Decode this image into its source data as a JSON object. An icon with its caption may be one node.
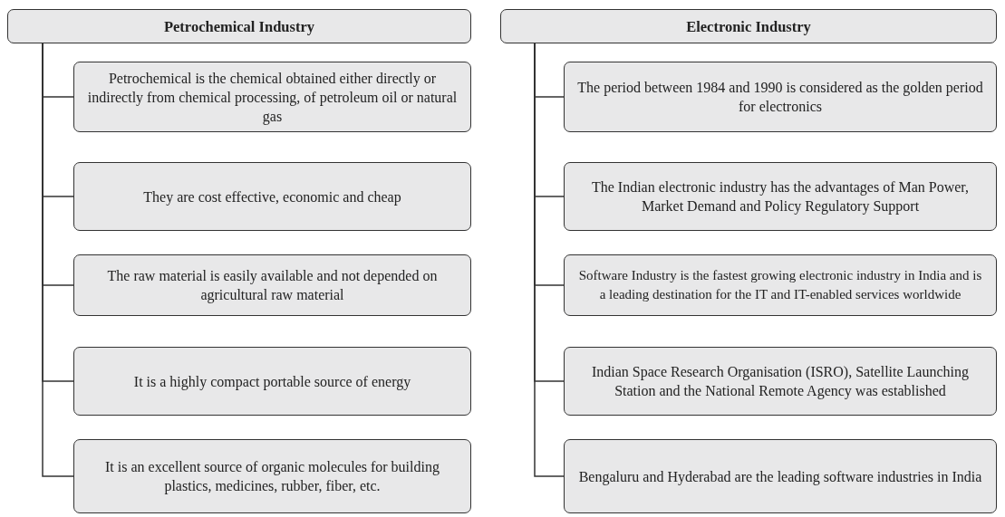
{
  "diagram": {
    "nodes": [
      {
        "text": [
          "Petrochemical Industry"
        ]
      },
      {
        "text": [
          "Petrochemical is the chemical obtained either directly or indirectly from chemical processing, of petroleum oil or natural gas"
        ]
      },
      {
        "text": [
          "They are cost effective, economic and cheap"
        ]
      },
      {
        "text": [
          "The raw material is easily available and not depended on agricultural raw material"
        ]
      },
      {
        "text": [
          "It is a highly compact portable source of energy"
        ]
      },
      {
        "text": [
          "It is an excellent source of organic molecules for building plastics, medicines, rubber, fiber, etc."
        ]
      },
      {
        "text": [
          "Electronic Industry"
        ]
      },
      {
        "text": [
          "The period between 1984 and 1990 is considered as the golden period for electronics"
        ]
      },
      {
        "text": [
          "The Indian electronic industry has the advantages of Man Power, Market Demand and Policy Regulatory Support"
        ]
      },
      {
        "text": [
          "Software Industry is the fastest growing electronic industry in India and is a leading destination for the IT and IT-enabled services worldwide"
        ]
      },
      {
        "text": [
          "Indian Space Research Organisation (ISRO), Satellite Launching Station and the National Remote Agency was established"
        ]
      },
      {
        "text": [
          "Bengaluru and Hyderabad are the leading software industries in India"
        ]
      }
    ],
    "edges": [
      {
        "from": 0,
        "to": 1,
        "arrow": "none"
      },
      {
        "from": 0,
        "to": 2,
        "arrow": "none"
      },
      {
        "from": 0,
        "to": 3,
        "arrow": "none"
      },
      {
        "from": 0,
        "to": 4,
        "arrow": "none"
      },
      {
        "from": 0,
        "to": 5,
        "arrow": "none"
      },
      {
        "from": 6,
        "to": 7,
        "arrow": "none"
      },
      {
        "from": 6,
        "to": 8,
        "arrow": "none"
      },
      {
        "from": 6,
        "to": 9,
        "arrow": "none"
      },
      {
        "from": 6,
        "to": 10,
        "arrow": "none"
      },
      {
        "from": 6,
        "to": 11,
        "arrow": "none"
      }
    ]
  }
}
